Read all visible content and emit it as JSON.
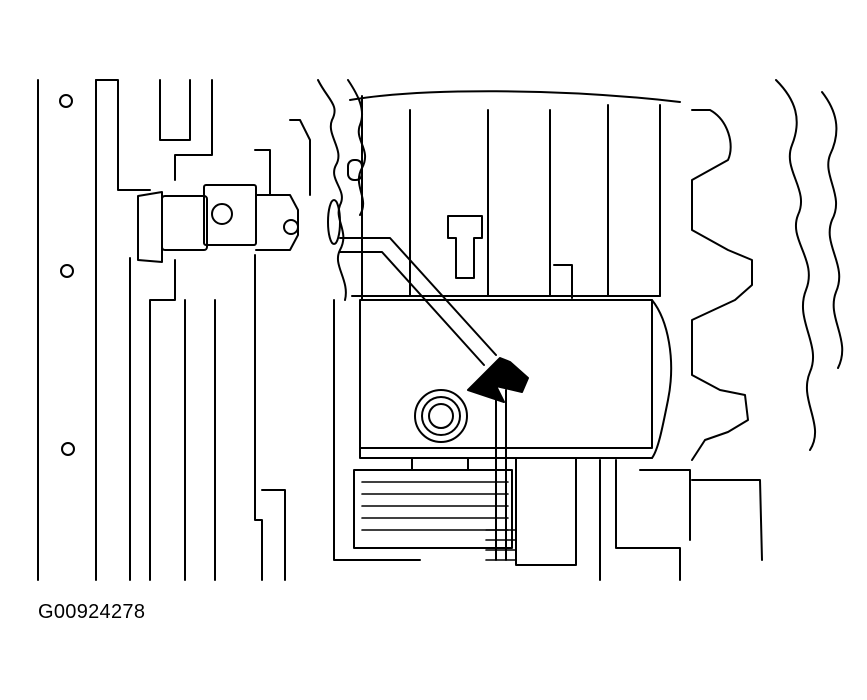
{
  "figure": {
    "id_label": "G00924278",
    "colors": {
      "line": "#000000",
      "background": "#ffffff",
      "arrow_fill": "#000000"
    },
    "callouts": [
      {
        "type": "arrow",
        "icon": "pointer-arrow-icon",
        "points_to": "drain-plug"
      }
    ]
  }
}
